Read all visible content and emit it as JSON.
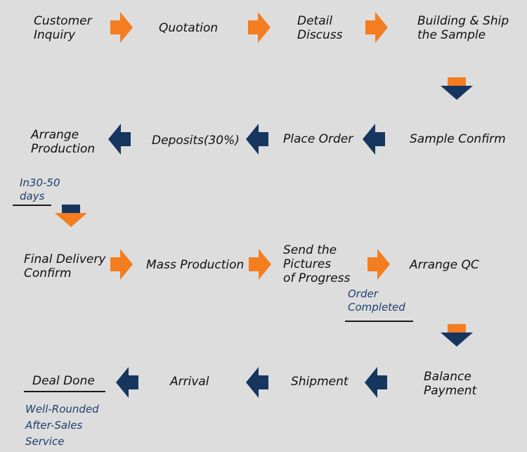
{
  "colors": {
    "orange": "#f47d20",
    "navy": "#16365f",
    "background": "#dddddd",
    "text": "#111111",
    "note_text": "#1f3e70"
  },
  "rows": {
    "row1": {
      "customer_inquiry": "Customer\nInquiry",
      "quotation": "Quotation",
      "detail_discuss": "Detail\nDiscuss",
      "building_ship_sample": "Building & Ship\nthe Sample"
    },
    "row2": {
      "sample_confirm": "Sample Confirm",
      "place_order": "Place Order",
      "deposits": "Deposits(30%)",
      "arrange_production": "Arrange\nProduction"
    },
    "row3": {
      "final_delivery_confirm": "Final Delivery\nConfirm",
      "mass_production": "Mass Production",
      "send_pictures": "Send the\nPictures\nof Progress",
      "arrange_qc": "Arrange QC"
    },
    "row4": {
      "balance_payment": "Balance\nPayment",
      "shipment": "Shipment",
      "arrival": "Arrival",
      "deal_done": "Deal Done"
    }
  },
  "notes": {
    "production_time": "In30-50\ndays",
    "order_completed": "Order\nCompleted",
    "after_sales": "Well-Rounded\nAfter-Sales\nService"
  },
  "arrows": [
    {
      "name": "arrow-right-1",
      "dir": "right"
    },
    {
      "name": "arrow-right-2",
      "dir": "right"
    },
    {
      "name": "arrow-right-3",
      "dir": "right"
    },
    {
      "name": "arrow-down-1",
      "dir": "down-navy"
    },
    {
      "name": "arrow-left-1",
      "dir": "left"
    },
    {
      "name": "arrow-left-2",
      "dir": "left"
    },
    {
      "name": "arrow-left-3",
      "dir": "left"
    },
    {
      "name": "arrow-down-2",
      "dir": "down-orange"
    },
    {
      "name": "arrow-right-4",
      "dir": "right"
    },
    {
      "name": "arrow-right-5",
      "dir": "right"
    },
    {
      "name": "arrow-right-6",
      "dir": "right"
    },
    {
      "name": "arrow-down-3",
      "dir": "down-navy"
    },
    {
      "name": "arrow-left-4",
      "dir": "left"
    },
    {
      "name": "arrow-left-5",
      "dir": "left"
    },
    {
      "name": "arrow-left-6",
      "dir": "left"
    }
  ]
}
